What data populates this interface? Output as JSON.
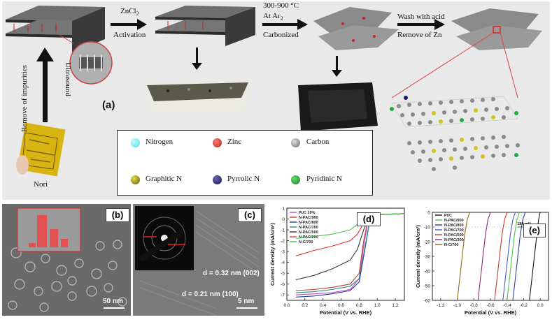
{
  "top": {
    "step1_top": "ZnCl",
    "step1_sub": "2",
    "step1_bottom": "Activation",
    "step2_top": "300-900 °C",
    "step2_mid": "At Ar",
    "step2_sub": "2",
    "step2_bottom": "Carbonized",
    "step3_top": "Wash with acid",
    "step3_bottom": "Remove of Zn",
    "vertical_left": "Remove of impurities",
    "vertical_right": "Ultrasound",
    "nori_label": "Nori",
    "panel_label": "(a)"
  },
  "legend": {
    "items": [
      {
        "label": "Nitrogen",
        "color": "#5fd6e8"
      },
      {
        "label": "Zinc",
        "color": "#b52a1e"
      },
      {
        "label": "Carbon",
        "color": "#7a7a7a"
      },
      {
        "label": "Graphitic N",
        "color": "#8a7a16"
      },
      {
        "label": "Pyrrolic N",
        "color": "#1a1a6e"
      },
      {
        "label": "Pyridinic N",
        "color": "#1e8a3a"
      }
    ]
  },
  "panels": {
    "b": {
      "label": "(b)",
      "scale": "50 nm"
    },
    "c": {
      "label": "(c)",
      "d1": "d = 0.32 nm (002)",
      "d2": "d = 0.21 nm (100)",
      "scale": "5 nm"
    },
    "d": {
      "label": "(d)"
    },
    "e": {
      "label": "(e)",
      "annotation": "184 mV"
    }
  },
  "chart_data": [
    {
      "type": "line",
      "title": "",
      "xlabel": "Potential (V vs. RHE)",
      "ylabel": "Current density (mA/cm²)",
      "xlim": [
        0.0,
        1.3
      ],
      "ylim": [
        -7.5,
        1.0
      ],
      "xticks": [
        "0.0",
        "0.2",
        "0.4",
        "0.6",
        "0.8",
        "1.0",
        "1.2"
      ],
      "yticks": [
        "1",
        "0",
        "-1",
        "-2",
        "-3",
        "-4",
        "-5",
        "-6",
        "-7"
      ],
      "legend_position": "top-left",
      "series": [
        {
          "name": "Pt/C 20%",
          "color": "#cc44cc",
          "x": [
            0.1,
            0.3,
            0.5,
            0.7,
            0.8,
            0.85,
            0.9,
            1.0,
            1.3
          ],
          "y": [
            -7.0,
            -6.9,
            -6.8,
            -6.5,
            -5.5,
            -2.5,
            0.0,
            0.4,
            0.5
          ]
        },
        {
          "name": "N-PAC/900",
          "color": "#c43c2a",
          "x": [
            0.1,
            0.3,
            0.5,
            0.7,
            0.8,
            0.85,
            0.9,
            1.0,
            1.3
          ],
          "y": [
            -6.6,
            -6.5,
            -6.3,
            -6.0,
            -5.0,
            -2.0,
            0.0,
            0.4,
            0.5
          ]
        },
        {
          "name": "N-PAC/800",
          "color": "#2c3aa0",
          "x": [
            0.1,
            0.3,
            0.5,
            0.7,
            0.8,
            0.87,
            0.92,
            1.0,
            1.3
          ],
          "y": [
            -7.2,
            -7.1,
            -6.9,
            -6.6,
            -5.8,
            -2.5,
            0.0,
            0.4,
            0.5
          ]
        },
        {
          "name": "N-PAC/700",
          "color": "#2a8a8a",
          "x": [
            0.1,
            0.3,
            0.5,
            0.7,
            0.8,
            0.87,
            0.92,
            1.0,
            1.3
          ],
          "y": [
            -6.8,
            -6.7,
            -6.5,
            -6.2,
            -5.5,
            -2.3,
            0.0,
            0.4,
            0.5
          ]
        },
        {
          "name": "N-PAC/500",
          "color": "#333333",
          "x": [
            0.1,
            0.3,
            0.5,
            0.7,
            0.78,
            0.85,
            0.9,
            1.0,
            1.3
          ],
          "y": [
            -5.6,
            -5.2,
            -4.6,
            -3.8,
            -2.8,
            -1.0,
            0.0,
            0.4,
            0.5
          ]
        },
        {
          "name": "N-PAC/200",
          "color": "#e0342a",
          "x": [
            0.1,
            0.3,
            0.5,
            0.7,
            0.78,
            0.85,
            0.9,
            1.0,
            1.3
          ],
          "y": [
            -3.4,
            -2.9,
            -2.5,
            -2.0,
            -1.4,
            -0.4,
            0.0,
            0.4,
            0.5
          ]
        },
        {
          "name": "N-C/700",
          "color": "#4ac24a",
          "x": [
            0.1,
            0.3,
            0.5,
            0.7,
            0.78,
            0.85,
            0.9,
            1.0,
            1.3
          ],
          "y": [
            -1.8,
            -1.6,
            -1.4,
            -1.0,
            -0.5,
            -0.1,
            0.1,
            0.4,
            0.5
          ]
        }
      ]
    },
    {
      "type": "line",
      "title": "",
      "xlabel": "Potential (V vs. RHE)",
      "ylabel": "Current density (mA/cm²)",
      "xlim": [
        -1.3,
        0.1
      ],
      "ylim": [
        -60,
        0
      ],
      "xticks": [
        "-1.2",
        "-1.0",
        "-0.8",
        "-0.6",
        "-0.4",
        "-0.2",
        "0.0"
      ],
      "yticks": [
        "0",
        "-10",
        "-20",
        "-30",
        "-40",
        "-50",
        "-60"
      ],
      "legend_position": "top-left",
      "series": [
        {
          "name": "Pt/C",
          "color": "#111111",
          "x": [
            -0.13,
            -0.1,
            -0.07,
            -0.04,
            -0.02,
            0.0
          ],
          "y": [
            -60,
            -45,
            -30,
            -15,
            -5,
            0
          ]
        },
        {
          "name": "N-PAC/900",
          "color": "#4ac24a",
          "x": [
            -0.4,
            -0.37,
            -0.34,
            -0.31,
            -0.28,
            -0.25
          ],
          "y": [
            -60,
            -45,
            -30,
            -15,
            -5,
            0
          ]
        },
        {
          "name": "N-PAC/800",
          "color": "#2c3aa0",
          "x": [
            -0.33,
            -0.3,
            -0.27,
            -0.24,
            -0.21,
            -0.18
          ],
          "y": [
            -60,
            -45,
            -30,
            -15,
            -5,
            0
          ]
        },
        {
          "name": "N-PAC/700",
          "color": "#4a5ac0",
          "x": [
            -0.45,
            -0.42,
            -0.39,
            -0.36,
            -0.33,
            -0.3
          ],
          "y": [
            -60,
            -45,
            -30,
            -15,
            -5,
            0
          ]
        },
        {
          "name": "N-PAC/500",
          "color": "#c43c2a",
          "x": [
            -0.55,
            -0.52,
            -0.49,
            -0.46,
            -0.43,
            -0.4
          ],
          "y": [
            -60,
            -45,
            -30,
            -15,
            -5,
            0
          ]
        },
        {
          "name": "N-PAC/300",
          "color": "#8a2a6a",
          "x": [
            -0.75,
            -0.72,
            -0.69,
            -0.66,
            -0.63,
            -0.6
          ],
          "y": [
            -60,
            -45,
            -30,
            -15,
            -5,
            0
          ]
        },
        {
          "name": "N-C/700",
          "color": "#8a6a16",
          "x": [
            -1.0,
            -0.97,
            -0.94,
            -0.91,
            -0.88,
            -0.85
          ],
          "y": [
            -60,
            -45,
            -30,
            -15,
            -5,
            0
          ]
        }
      ]
    }
  ]
}
